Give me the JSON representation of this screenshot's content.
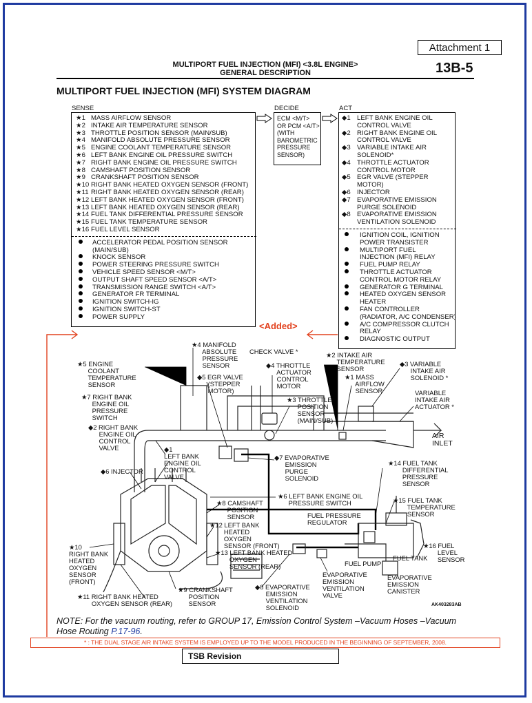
{
  "attachment": "Attachment 1",
  "header": {
    "line1": "MULTIPORT FUEL INJECTION (MFI) <3.8L ENGINE>",
    "line2": "GENERAL DESCRIPTION",
    "page": "13B-5"
  },
  "title": "MULTIPORT FUEL INJECTION (MFI) SYSTEM DIAGRAM",
  "sense": {
    "heading": "SENSE",
    "items": [
      {
        "mark": "★1",
        "text": "MASS AIRFLOW SENSOR"
      },
      {
        "mark": "★2",
        "text": "INTAKE AIR TEMPERATURE SENSOR"
      },
      {
        "mark": "★3",
        "text": "THROTTLE POSITION SENSOR (MAIN/SUB)"
      },
      {
        "mark": "★4",
        "text": "MANIFOLD ABSOLUTE PRESSURE SENSOR"
      },
      {
        "mark": "★5",
        "text": "ENGINE COOLANT TEMPERATURE SENSOR"
      },
      {
        "mark": "★6",
        "text": "LEFT BANK ENGINE OIL PRESSURE SWITCH"
      },
      {
        "mark": "★7",
        "text": "RIGHT BANK ENGINE OIL PRESSURE SWITCH"
      },
      {
        "mark": "★8",
        "text": "CAMSHAFT POSITION SENSOR"
      },
      {
        "mark": "★9",
        "text": "CRANKSHAFT POSITION SENSOR"
      },
      {
        "mark": "★10",
        "text": "RIGHT BANK HEATED OXYGEN SENSOR (FRONT)"
      },
      {
        "mark": "★11",
        "text": "RIGHT BANK HEATED OXYGEN SENSOR (REAR)"
      },
      {
        "mark": "★12",
        "text": "LEFT BANK HEATED OXYGEN SENSOR (FRONT)"
      },
      {
        "mark": "★13",
        "text": "LEFT BANK HEATED OXYGEN SENSOR (REAR)"
      },
      {
        "mark": "★14",
        "text": "FUEL TANK DIFFERENTIAL PRESSURE SENSOR"
      },
      {
        "mark": "★15",
        "text": "FUEL TANK TEMPERATURE SENSOR"
      },
      {
        "mark": "★16",
        "text": "FUEL LEVEL SENSOR"
      }
    ],
    "others": [
      "ACCELERATOR PEDAL POSITION SENSOR",
      "(MAIN/SUB)",
      "KNOCK SENSOR",
      "POWER STEERING PRESSURE SWITCH",
      "VEHICLE SPEED SENSOR <M/T>",
      "OUTPUT SHAFT SPEED SENSOR <A/T>",
      "TRANSMISSION RANGE SWITCH <A/T>",
      "GENERATOR FR TERMINAL",
      "IGNITION SWITCH-IG",
      "IGNITION SWITCH-ST",
      "POWER SUPPLY"
    ]
  },
  "decide": {
    "heading": "DECIDE",
    "lines": [
      "ECM <M/T>",
      "OR PCM <A/T>",
      "(WITH",
      "BAROMETRIC",
      "PRESSURE",
      "SENSOR)"
    ]
  },
  "act": {
    "heading": "ACT",
    "items": [
      {
        "mark": "◆1",
        "l1": "LEFT BANK ENGINE OIL",
        "l2": "CONTROL VALVE"
      },
      {
        "mark": "◆2",
        "l1": "RIGHT BANK ENGINE OIL",
        "l2": "CONTROL VALVE"
      },
      {
        "mark": "◆3",
        "l1": "VARIABLE INTAKE AIR",
        "l2": "SOLENOID*"
      },
      {
        "mark": "◆4",
        "l1": "THROTTLE ACTUATOR",
        "l2": "CONTROL MOTOR"
      },
      {
        "mark": "◆5",
        "l1": "EGR VALVE (STEPPER",
        "l2": "MOTOR)"
      },
      {
        "mark": "◆6",
        "l1": "INJECTOR",
        "l2": ""
      },
      {
        "mark": "◆7",
        "l1": "EVAPORATIVE EMISSION",
        "l2": "PURGE SOLENOID"
      },
      {
        "mark": "◆8",
        "l1": "EVAPORATIVE EMISSION",
        "l2": "VENTILATION SOLENOID"
      }
    ],
    "others": [
      "IGNITION COIL, IGNITION",
      "POWER TRANSISTER",
      "MULTIPORT FUEL",
      "INJECTION (MFI) RELAY",
      "FUEL PUMP RELAY",
      "THROTTLE ACTUATOR",
      "CONTROL MOTOR RELAY",
      "GENERATOR G TERMINAL",
      "HEATED OXYGEN SENSOR",
      "HEATER",
      "FAN CONTROLLER",
      "(RADIATOR, A/C CONDENSER)",
      "A/C COMPRESSOR CLUTCH",
      "RELAY",
      "DIAGNOSTIC OUTPUT"
    ]
  },
  "added": "<Added>",
  "labels": {
    "l_ect": "★5 ENGINE\n      COOLANT\n      TEMPERATURE\n      SENSOR",
    "l_rbos": "★7 RIGHT BANK\n      ENGINE OIL\n      PRESSURE\n      SWITCH",
    "l_rbocv": "◆2 RIGHT BANK\n      ENGINE OIL\n      CONTROL\n      VALVE",
    "l_map": "★4 MANIFOLD\n      ABSOLUTE\n      PRESSURE\n      SENSOR",
    "l_egr": "◆5 EGR VALVE\n      (STEPPER\n      MOTOR)",
    "l_check": "CHECK VALVE *",
    "l_tac": "◆4 THROTTLE\n      ACTUATOR\n      CONTROL\n      MOTOR",
    "l_iat": "★2 INTAKE AIR\n      TEMPERATURE\n      SENSOR",
    "l_maf": "★1 MASS\n      AIRFLOW\n      SENSOR",
    "l_vias": "◆3 VARIABLE\n      INTAKE AIR\n      SOLENOID *",
    "l_viaa": "VARIABLE\nINTAKE AIR\nACTUATOR *",
    "l_tps": "★3 THROTTLE\n      POSITION\n      SENSOR\n      (MAIN/SUB)",
    "l_air": "AIR\nINLET",
    "l_lbocv": "◆1\nLEFT BANK\nENGINE OIL\nCONTROL\nVALVE",
    "l_purge": "◆7 EVAPORATIVE\n      EMISSION\n      PURGE\n      SOLENOID",
    "l_inj": "◆6 INJECTOR",
    "l_ftdp": "★14 FUEL TANK\n        DIFFERENTIAL\n        PRESSURE\n        SENSOR",
    "l_cmp": "★8 CAMSHAFT\n      POSITION\n      SENSOR",
    "l_lbos": "★6 LEFT BANK ENGINE OIL\n      PRESSURE SWITCH",
    "l_ftt": "★15 FUEL TANK\n        TEMPERATURE\n        SENSOR",
    "l_fpr": "FUEL PRESSURE\nREGULATOR",
    "l_lbf": "★12 LEFT BANK\n        HEATED\n        OXYGEN\n        SENSOR (FRONT)",
    "l_lbr": "★13 LEFT BANK HEATED\n        OXYGEN\n        SENSOR (REAR)",
    "l_rbf": "★10\nRIGHT BANK\nHEATED\nOXYGEN\nSENSOR\n(FRONT)",
    "l_ftank": "FUEL TANK",
    "l_fls": "★16 FUEL\n        LEVEL\n        SENSOR",
    "l_fpump": "FUEL PUMP",
    "l_evv": "EVAPORATIVE\nEMISSION\nVENTILATION\nVALVE",
    "l_evc": "EVAPORATIVE\nEMISSION\nCANISTER",
    "l_ckp": "★9 CRANKSHAFT\n      POSITION\n      SENSOR",
    "l_rbr": "★11 RIGHT BANK HEATED\n        OXYGEN SENSOR (REAR)",
    "l_evs": "◆8 EVAPORATIVE\n      EMISSION\n      VENTILATION\n      SOLENOID",
    "l_code": "AK403283AB"
  },
  "note": {
    "text": "NOTE: For the vacuum routing, refer to GROUP 17, Emission Control System –Vacuum Hoses –Vacuum Hose Routing ",
    "link": "P.17-96",
    "tail": "."
  },
  "footnote": "* : THE DUAL STAGE AIR INTAKE SYSTEM IS EMPLOYED UP TO THE MODEL PRODUCED IN THE BEGINNING OF SEPTEMBER, 2008.",
  "tsb": "TSB Revision",
  "colors": {
    "frame": "#1e3aa0",
    "added": "#e2421f"
  }
}
